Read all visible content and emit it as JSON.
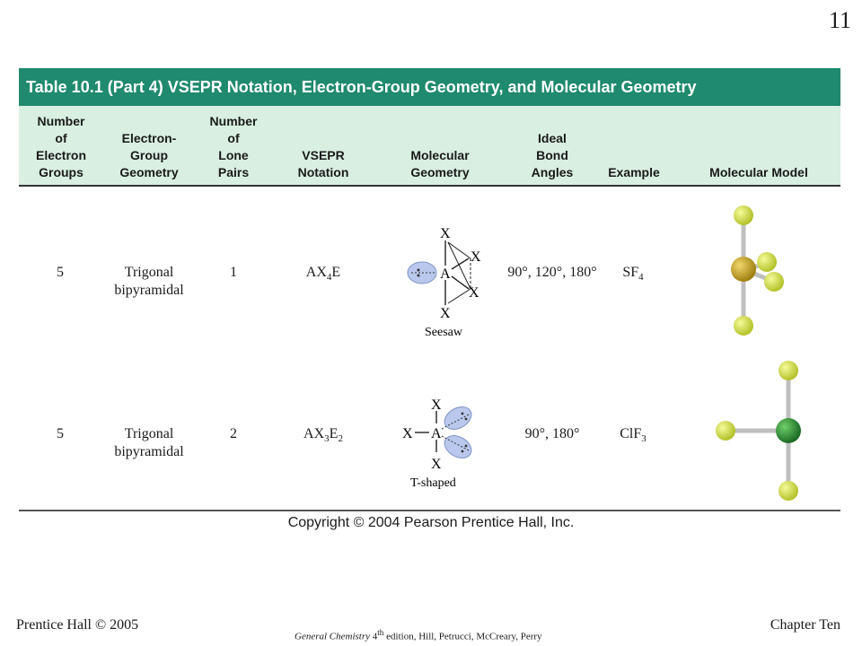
{
  "slide_number": "11",
  "table": {
    "title": "Table 10.1 (Part 4)   VSEPR Notation, Electron-Group Geometry, and Molecular Geometry",
    "columns": [
      [
        "Number",
        "of",
        "Electron",
        "Groups"
      ],
      [
        "Electron-",
        "Group",
        "Geometry"
      ],
      [
        "Number",
        "of",
        "Lone",
        "Pairs"
      ],
      [
        "VSEPR",
        "Notation"
      ],
      [
        "Molecular",
        "Geometry"
      ],
      [
        "Ideal",
        "Bond",
        "Angles"
      ],
      [
        "Example"
      ],
      [
        "Molecular Model"
      ]
    ],
    "rows": [
      {
        "electron_groups": "5",
        "geometry_line1": "Trigonal",
        "geometry_line2": "bipyramidal",
        "lone_pairs": "1",
        "notation_base": "AX",
        "notation_sub1": "4",
        "notation_rest": "E",
        "notation_sub2": "",
        "shape_name": "Seesaw",
        "bond_angles": "90°, 120°, 180°",
        "example_base": "SF",
        "example_sub": "4"
      },
      {
        "electron_groups": "5",
        "geometry_line1": "Trigonal",
        "geometry_line2": "bipyramidal",
        "lone_pairs": "2",
        "notation_base": "AX",
        "notation_sub1": "3",
        "notation_rest": "E",
        "notation_sub2": "2",
        "shape_name": "T-shaped",
        "bond_angles": "90°, 180°",
        "example_base": "ClF",
        "example_sub": "3"
      }
    ],
    "diagram_labels": {
      "x": "X",
      "a": "A"
    }
  },
  "copyright": "Copyright © 2004 Pearson Prentice Hall, Inc.",
  "footer": {
    "left": "Prentice Hall © 2005",
    "center_italic": "General Chemistry",
    "center_edition_num": "4",
    "center_edition_sup": "th",
    "center_rest": " edition, Hill, Petrucci, McCreary, Perry",
    "right": "Chapter Ten"
  },
  "colors": {
    "header": "#1f8a6d",
    "subheader": "#d8efe2",
    "fluorine": "#d4e03a",
    "sulfur": "#c9a91c",
    "chlorine": "#2e8b3a",
    "lone_pair": "#b9c8ec"
  }
}
